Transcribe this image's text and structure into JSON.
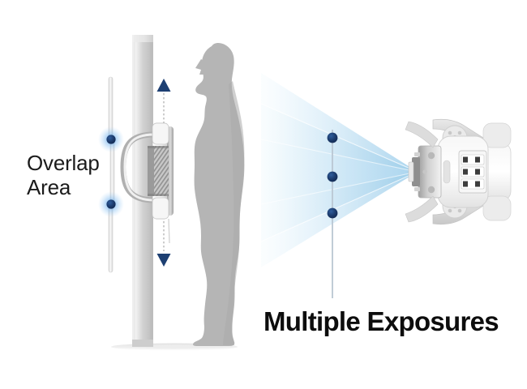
{
  "diagram": {
    "title": "Multiple Exposures",
    "overlap_label": "Overlap\nArea",
    "overlap_label_line1": "Overlap",
    "overlap_label_line2": "Area",
    "background_color": "#ffffff",
    "title_color": "#0d0d0d",
    "label_color": "#1b1b1b"
  },
  "colors": {
    "beam_light": "#e8f4fb",
    "beam_mid": "#bfdff2",
    "beam_strong": "#a8d4ee",
    "marker_navy": "#1b3a6b",
    "marker_glow": "#3d8fe0",
    "arrow_navy": "#1d3f72",
    "silhouette_gray": "#b4b4b4",
    "silhouette_gray_dark": "#a8a8a8",
    "stand_gray": "#c9c9c9",
    "stand_gray_light": "#e2e2e2",
    "device_gray": "#d5d5d5",
    "panel_line": "#b9b9b9"
  },
  "elements": {
    "stand": {
      "name": "wall-stand-column",
      "caption": "Vertical wall stand column"
    },
    "detector": {
      "name": "detector-panel",
      "caption": "Flat panel detector with handle"
    },
    "travel_arrows": {
      "up": "detector travels up",
      "down": "detector travels down"
    },
    "patient": {
      "name": "patient-silhouette",
      "caption": "Standing patient side profile"
    },
    "tube_head": {
      "name": "xray-tube-head",
      "caption": "X-ray tube head, top view with control panel"
    },
    "beam": {
      "name": "xray-beam-cone",
      "caption": "Fan beam cone with three overlapping exposures",
      "exposure_count": 3
    },
    "overlap_markers": {
      "name": "overlap-markers",
      "count": 2,
      "caption": "Two overlap region markers on the detector travel axis"
    },
    "exposure_markers": {
      "name": "exposure-center-markers",
      "count": 3,
      "caption": "Three exposure center markers along the beam axis"
    }
  }
}
